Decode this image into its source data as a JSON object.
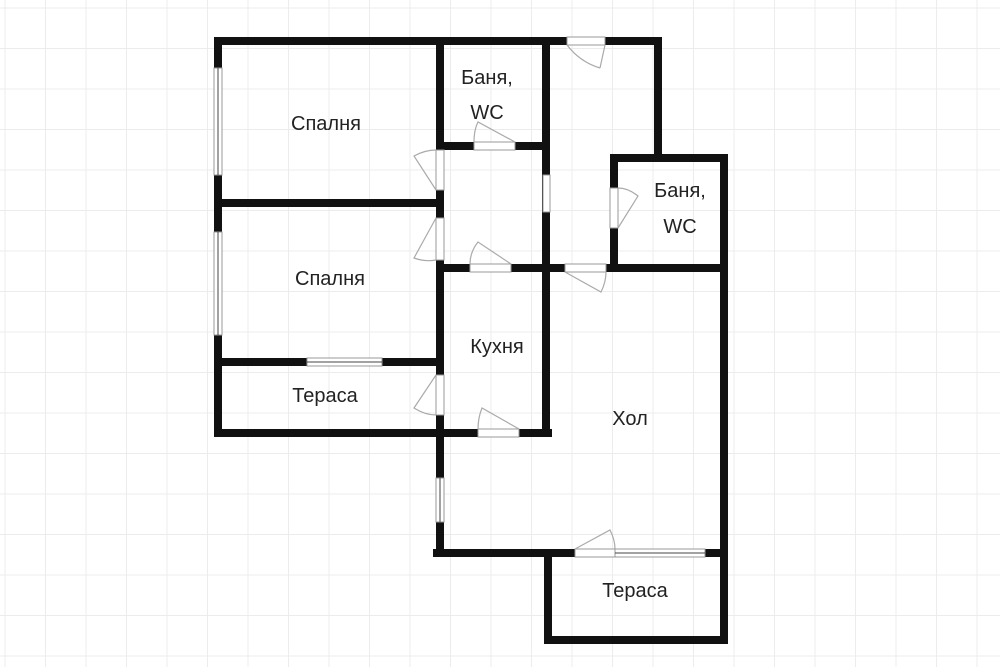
{
  "title": "Floor plan",
  "rooms": [
    {
      "name": "Спалня"
    },
    {
      "name": "Баня,",
      "name2": "WC"
    },
    {
      "name": "Спалня"
    },
    {
      "name": "Кухня"
    },
    {
      "name": "Тераса"
    },
    {
      "name": "Хол"
    },
    {
      "name": "Баня,",
      "name2": "WC"
    },
    {
      "name": "Тераса"
    }
  ],
  "colors": {
    "wall": "#111111",
    "grid": "#ececec",
    "background": "#ffffff"
  }
}
